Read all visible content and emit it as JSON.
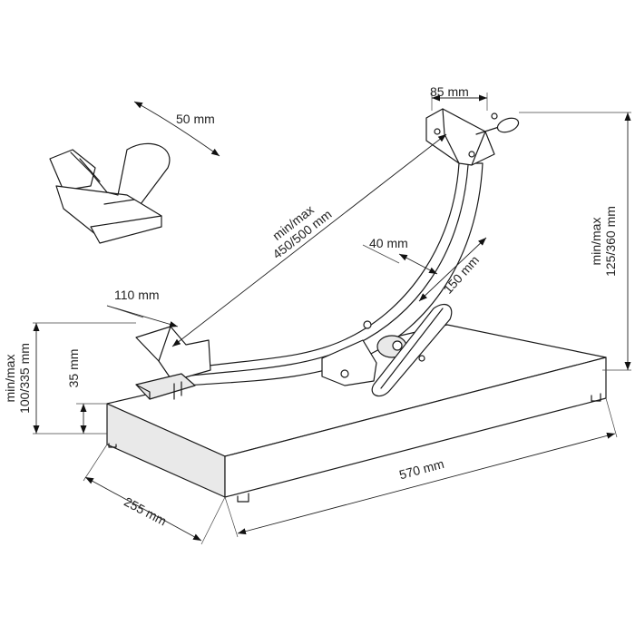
{
  "dimensions": {
    "top_width": "85 mm",
    "rotation": "50 mm",
    "diagonal_line1": "min/max",
    "diagonal_line2": "450/500 mm",
    "inner": "40 mm",
    "rest_length": "150 mm",
    "foot_width": "110 mm",
    "height_right_line1": "min/max",
    "height_right_line2": "125/360 mm",
    "height_left_line1": "min/max",
    "height_left_line2": "100/335 mm",
    "base_height": "35 mm",
    "base_depth": "255 mm",
    "base_length": "570 mm"
  }
}
